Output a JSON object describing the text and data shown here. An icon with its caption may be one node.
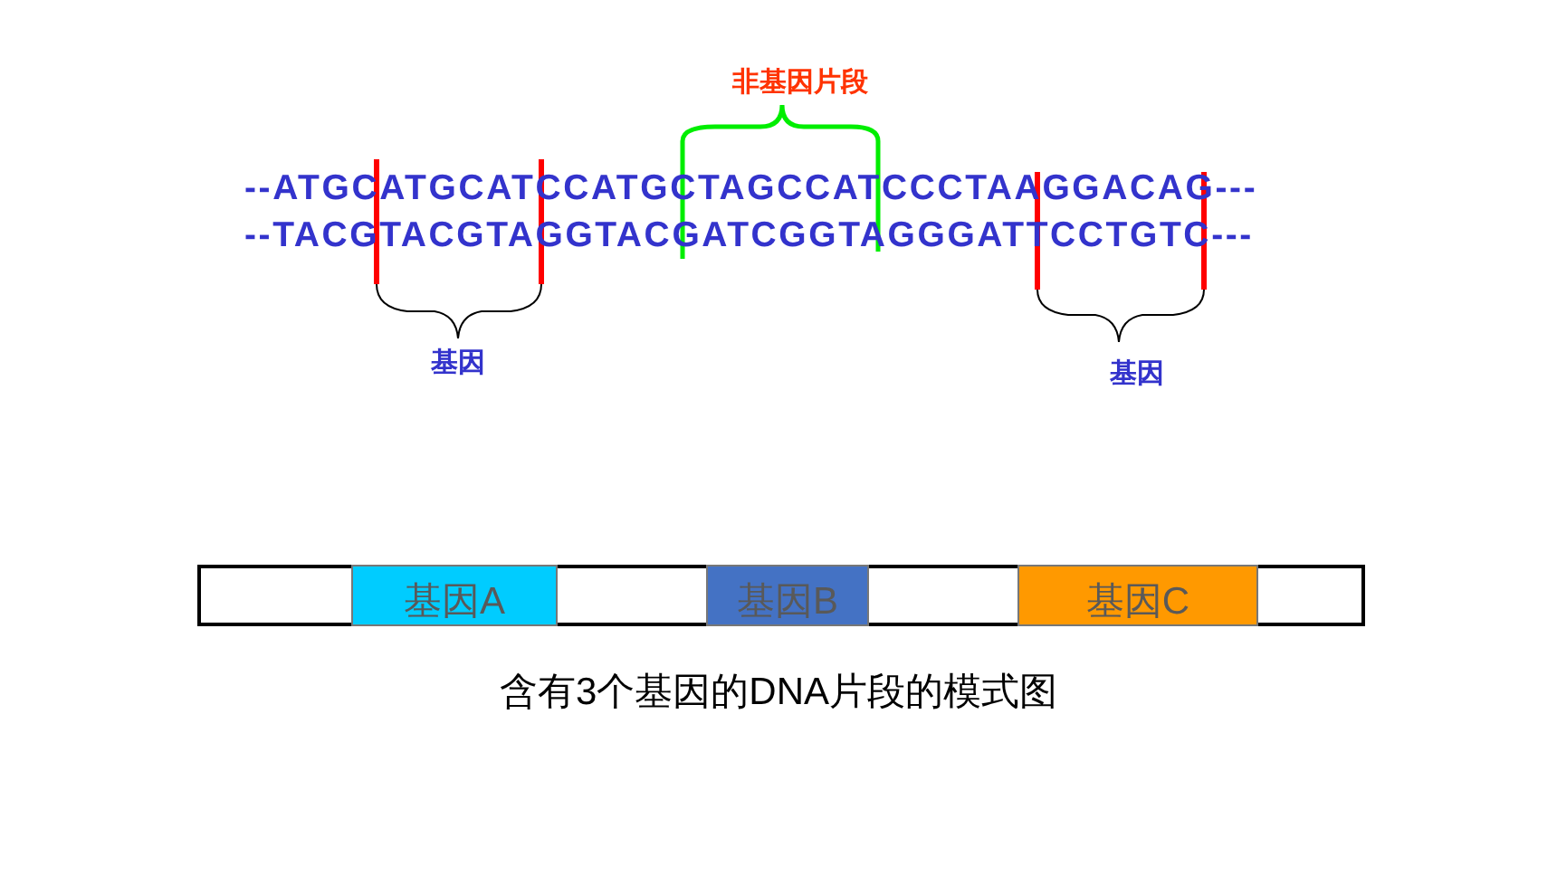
{
  "diagram": {
    "caption": "含有3个基因的DNA片段的模式图",
    "nodes": [
      {
        "text": [],
        "shape": "bar"
      },
      {
        "text": [
          "基因A"
        ],
        "in": 0
      },
      {
        "text": [
          "基因B"
        ],
        "in": 0
      },
      {
        "text": [
          "基因C"
        ],
        "in": 0
      }
    ],
    "labels": [
      "非基因片段",
      "--ATGCATGCATCCATGCTAGCCATCCCTAAGGACAG---",
      "--TACGTACGTAGGTACGATCGGTAGGGATTCCTGTC---",
      "基因",
      "基因"
    ]
  }
}
